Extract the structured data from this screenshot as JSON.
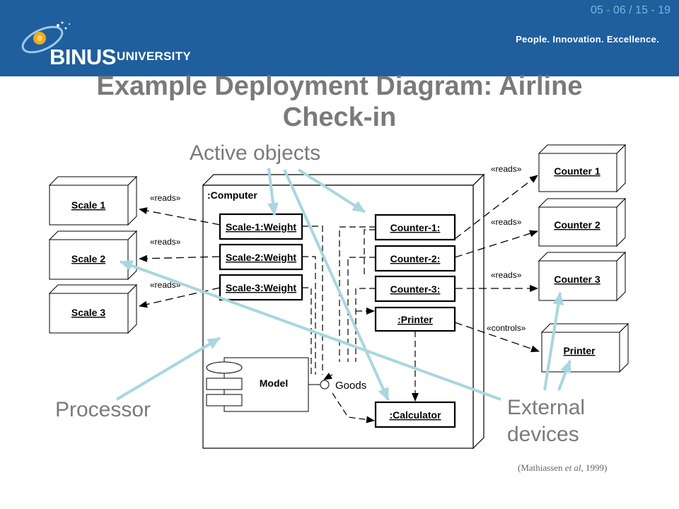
{
  "header": {
    "page_number": "05 - 06 / 15 - 19",
    "slogan": "People. Innovation. Excellence.",
    "brand": "BINUS",
    "brand_sub": "UNIVERSITY"
  },
  "title_line1": "Example Deployment Diagram: Airline",
  "title_line2": "Check-in",
  "callouts": {
    "active_objects": "Active objects",
    "processor": "Processor",
    "external_line1": "External",
    "external_line2": "devices"
  },
  "diagram": {
    "computer": ":Computer",
    "scales": [
      "Scale 1",
      "Scale 2",
      "Scale 3"
    ],
    "scale_objects": [
      "Scale-1:Weight",
      "Scale-2:Weight",
      "Scale-3:Weight"
    ],
    "counter_objects": [
      "Counter-1:",
      "Counter-2:",
      "Counter-3:",
      ":Printer"
    ],
    "counters": [
      "Counter 1",
      "Counter 2",
      "Counter 3"
    ],
    "printer_device": "Printer",
    "model": "Model",
    "goods": "Goods",
    "calculator": ":Calculator",
    "reads": "«reads»",
    "controls": "«controls»"
  },
  "citation": {
    "author": "(Mathiassen ",
    "etal": "et al",
    "year": ", 1999)"
  },
  "colors": {
    "header_bg": "#1f5f9e",
    "title_gray": "#7a7a7a",
    "callout_arrow": "#a9d6df"
  }
}
